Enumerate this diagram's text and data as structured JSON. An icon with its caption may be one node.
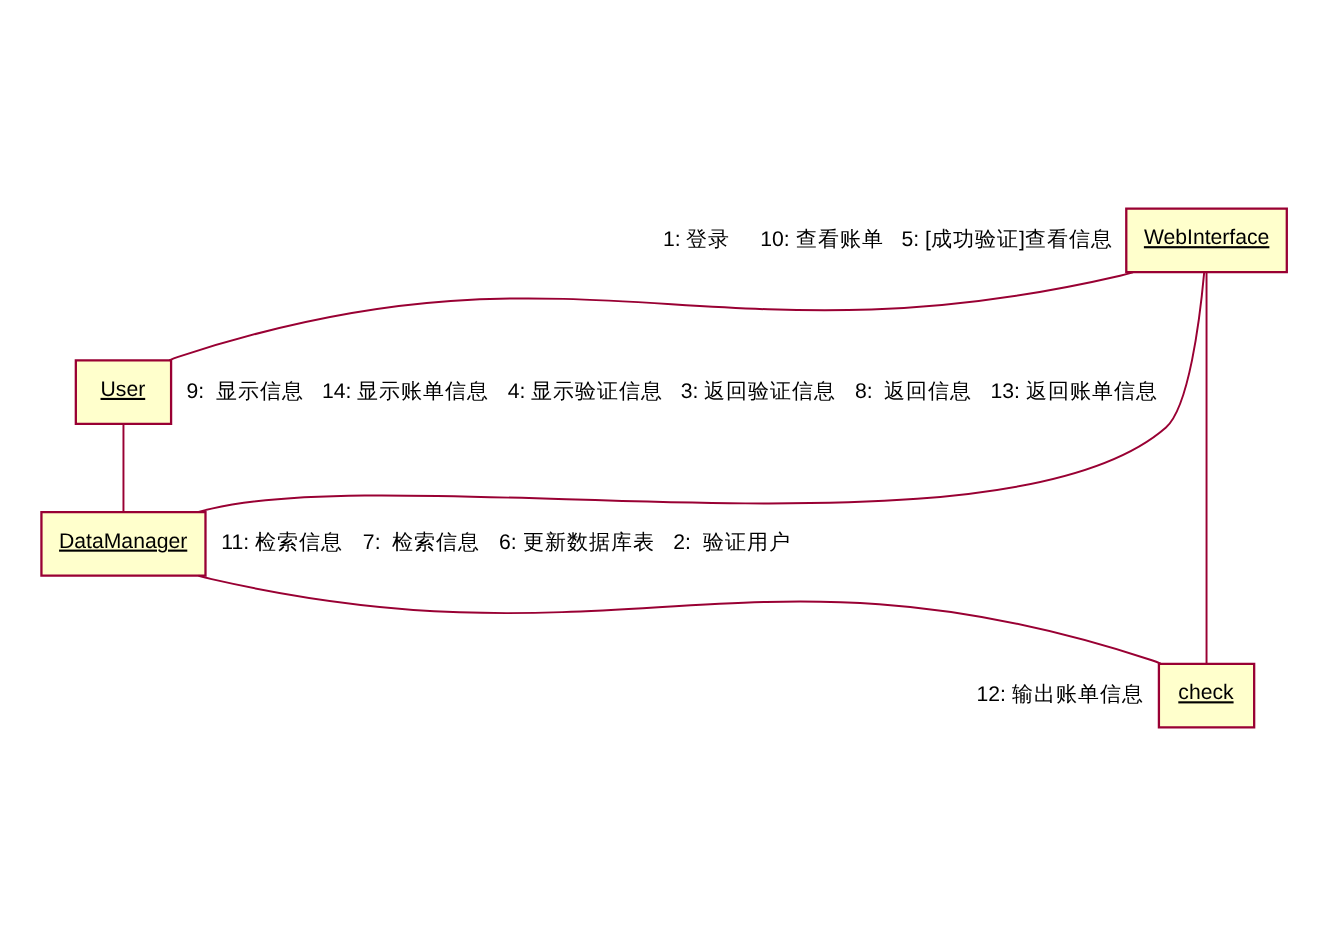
{
  "diagram": {
    "nodes": [
      {
        "text": [
          "User"
        ]
      },
      {
        "text": [
          "WebInterface"
        ]
      },
      {
        "text": [
          "DataManager"
        ]
      },
      {
        "text": [
          "check"
        ]
      }
    ],
    "edges": [
      {
        "from": 0,
        "to": 1,
        "arrow": "none"
      },
      {
        "from": 0,
        "to": 2,
        "arrow": "none"
      },
      {
        "from": 1,
        "to": 2,
        "arrow": "none"
      },
      {
        "from": 1,
        "to": 3,
        "arrow": "none"
      },
      {
        "from": 2,
        "to": 3,
        "arrow": "none"
      }
    ],
    "labels": [
      "1: 登录",
      "10: 查看账单",
      "5: [成功验证]查看信息",
      "9:  显示信息",
      "14: 显示账单信息",
      "4: 显示验证信息",
      "3: 返回验证信息",
      "8:  返回信息",
      "13: 返回账单信息",
      "11: 检索信息",
      "7:  检索信息",
      "6: 更新数据库表",
      "2:  验证用户",
      "12: 输出账单信息"
    ]
  }
}
